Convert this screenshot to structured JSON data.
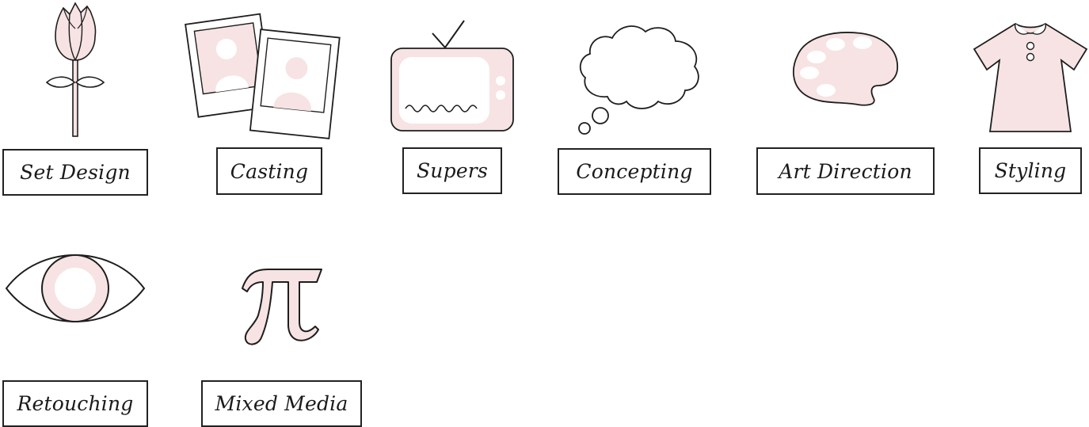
{
  "colors": {
    "fill": "#f7e3e3",
    "stroke": "#1e1e1e",
    "highlight": "#ffffff"
  },
  "services": [
    {
      "label": "Set Design",
      "icon": "rose-icon"
    },
    {
      "label": "Casting",
      "icon": "polaroid-photos-icon"
    },
    {
      "label": "Supers",
      "icon": "television-icon"
    },
    {
      "label": "Concepting",
      "icon": "thought-bubble-icon"
    },
    {
      "label": "Art Direction",
      "icon": "paint-palette-icon"
    },
    {
      "label": "Styling",
      "icon": "dress-icon"
    },
    {
      "label": "Retouching",
      "icon": "eye-icon"
    },
    {
      "label": "Mixed Media",
      "icon": "pi-symbol-icon"
    }
  ]
}
